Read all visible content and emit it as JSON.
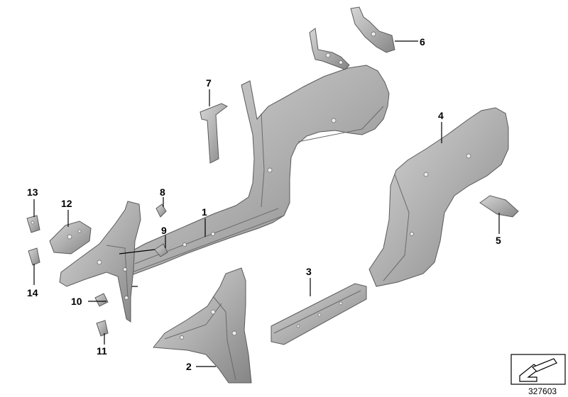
{
  "diagram": {
    "callouts": [
      {
        "id": "1",
        "label": "1"
      },
      {
        "id": "2",
        "label": "2"
      },
      {
        "id": "3",
        "label": "3"
      },
      {
        "id": "4",
        "label": "4"
      },
      {
        "id": "5",
        "label": "5"
      },
      {
        "id": "6",
        "label": "6"
      },
      {
        "id": "7",
        "label": "7"
      },
      {
        "id": "8",
        "label": "8"
      },
      {
        "id": "9",
        "label": "9"
      },
      {
        "id": "10",
        "label": "10"
      },
      {
        "id": "11",
        "label": "11"
      },
      {
        "id": "12",
        "label": "12"
      },
      {
        "id": "13",
        "label": "13"
      },
      {
        "id": "14",
        "label": "14"
      }
    ],
    "reference_number": "327603",
    "badge_icon": "arrow-down-left-icon",
    "colors": {
      "metal_light": "#cfcfcf",
      "metal_mid": "#a9a9a9",
      "metal_dark": "#7c7c7c",
      "outline": "#5a5a5a"
    }
  }
}
